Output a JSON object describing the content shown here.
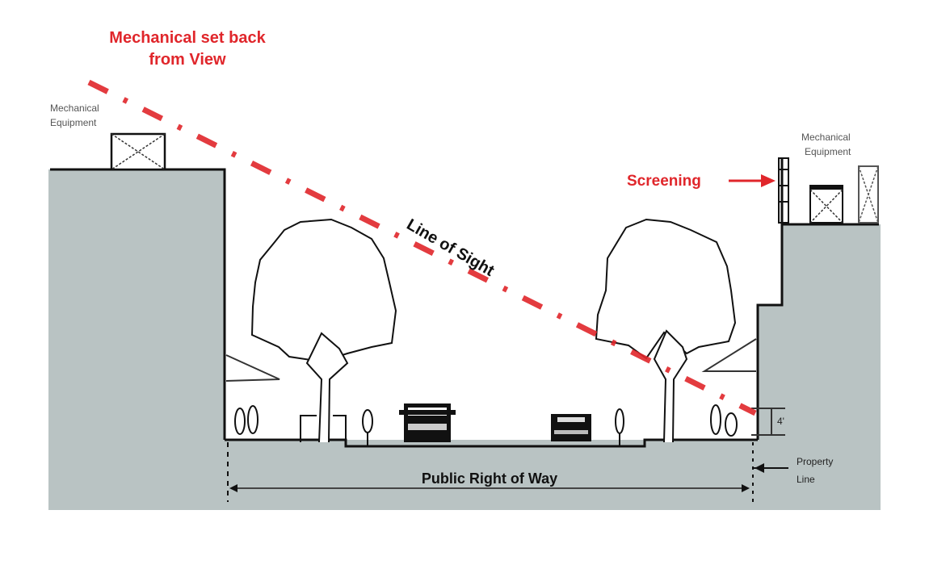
{
  "diagram": {
    "title": {
      "line1": "Mechanical set back",
      "line2": "from View"
    },
    "labels": {
      "left_equipment_line1": "Mechanical",
      "left_equipment_line2": "Equipment",
      "right_equipment_line1": "Mechanical",
      "right_equipment_line2": "Equipment",
      "screening": "Screening",
      "line_of_sight": "Line of Sight",
      "public_right_of_way": "Public Right of Way",
      "property_line_1": "Property",
      "property_line_2": "Line",
      "height_marker": "4'"
    },
    "colors": {
      "accent_red": "#e0262b",
      "ground_gray": "#b9c3c3",
      "ink": "#111111"
    }
  }
}
